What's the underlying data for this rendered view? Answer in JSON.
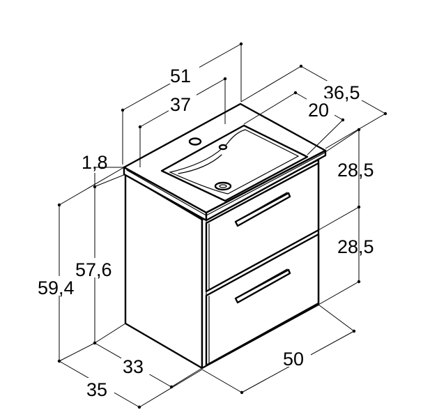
{
  "diagram": {
    "dimensions": {
      "width_top": "51",
      "basin_width": "37",
      "depth_top": "36,5",
      "basin_depth": "20",
      "top_thickness": "1,8",
      "drawer_upper_height": "28,5",
      "drawer_lower_height": "28,5",
      "cabinet_height": "57,6",
      "total_height": "59,4",
      "cabinet_depth": "33",
      "total_depth": "35",
      "cabinet_width": "50"
    },
    "colors": {
      "line": "#000000",
      "background": "#ffffff"
    }
  }
}
